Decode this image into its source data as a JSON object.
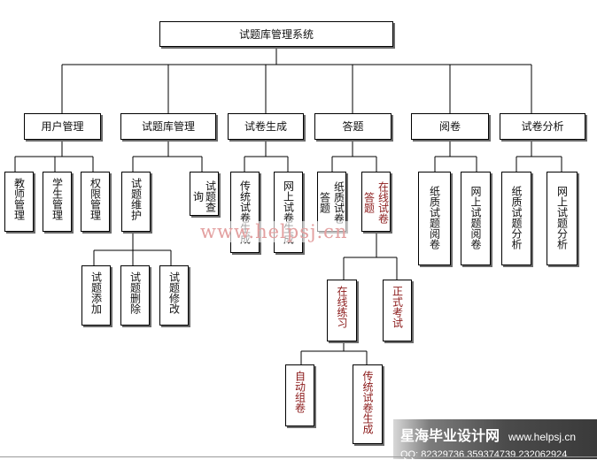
{
  "title": "试题库管理系统",
  "modules": {
    "user": "用户管理",
    "bank": "试题库管理",
    "gen": "试卷生成",
    "answer": "答题",
    "review": "阅卷",
    "analysis": "试卷分析"
  },
  "leaves": {
    "teacher_mgmt": "教师管理",
    "student_mgmt": "学生管理",
    "perm_mgmt": "权限管理",
    "question_maint": "试题维护",
    "question_query": "试题查询",
    "traditional_gen": "传统试卷生成",
    "online_gen": "网上试卷生成",
    "paper_answer": "纸质试卷答题",
    "online_answer": "在线试卷答题",
    "paper_review": "纸质试题阅卷",
    "online_review": "网上试题阅卷",
    "paper_analysis": "纸质试题分析",
    "online_analysis": "网上试题分析",
    "add_question": "试题添加",
    "delete_question": "试题删除",
    "modify_question": "试题修改",
    "online_practice": "在线练习",
    "formal_exam": "正式考试",
    "auto_compose": "自动组卷",
    "traditional_compose": "传统试卷生成"
  },
  "watermark": "www.helpsj.cn",
  "banner": {
    "name": "星海毕业设计网",
    "site": "www.helpsj.cn",
    "qq": "QQ: 82329736  359374739  232062924"
  },
  "colors": {
    "highlight_text": "#8b1a1a",
    "box_border": "#000000",
    "shadow": "#6b6b6b",
    "watermark": "#e3a0a0"
  }
}
